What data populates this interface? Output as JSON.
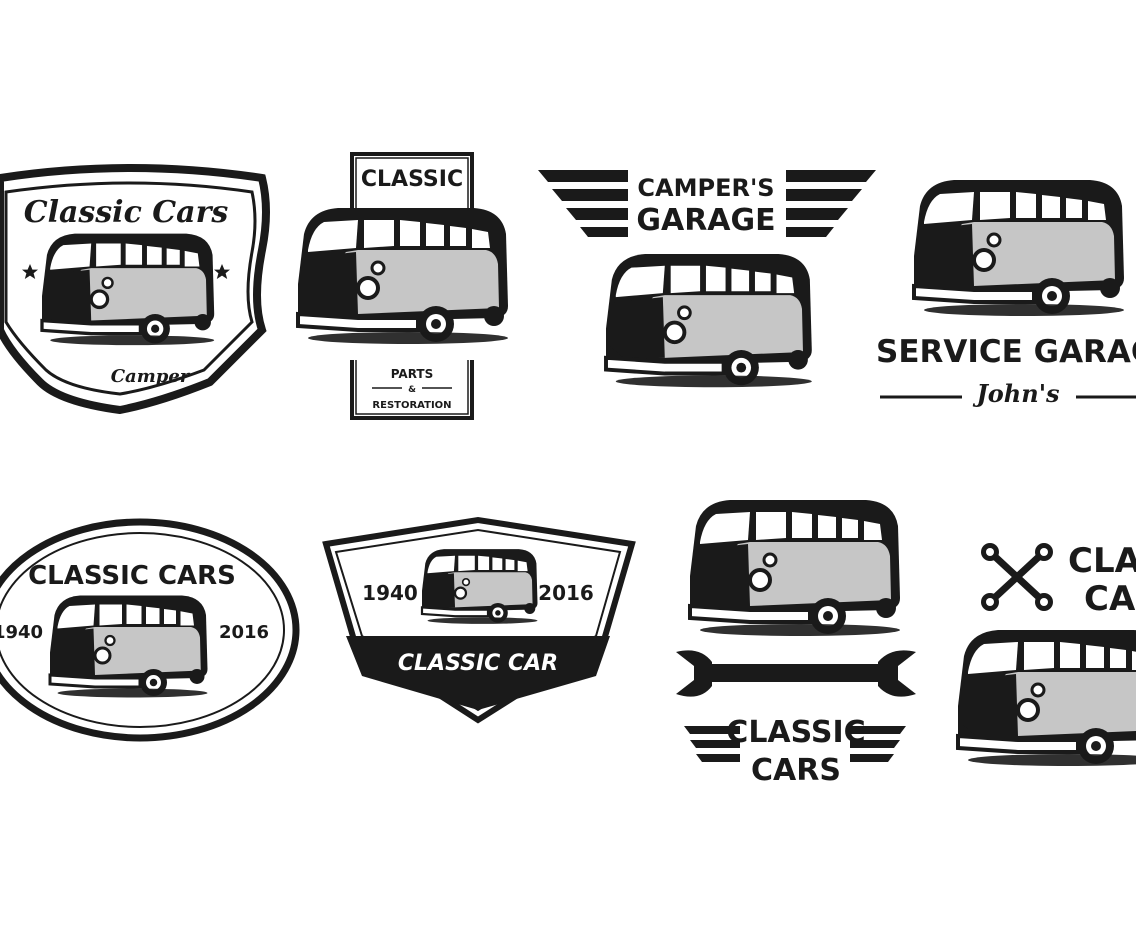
{
  "colors": {
    "ink": "#1a1a1a",
    "body_grey": "#c6c6c6",
    "background": "#ffffff"
  },
  "badges": [
    {
      "id": "shield",
      "title": "Classic Cars",
      "footer": "Camper",
      "ornament": "star-icon"
    },
    {
      "id": "tall-rect",
      "title": "CLASSIC",
      "line1": "PARTS",
      "amp": "&",
      "line2": "RESTORATION"
    },
    {
      "id": "winged",
      "line1": "CAMPER'S",
      "line2": "GARAGE"
    },
    {
      "id": "service",
      "title": "SERVICE GARAGE",
      "sub": "John's"
    },
    {
      "id": "oval",
      "title": "CLASSIC CARS",
      "year_left": "1940",
      "year_right": "2016"
    },
    {
      "id": "hex",
      "year_left": "1940",
      "year_right": "2016",
      "banner": "CLASSIC CAR"
    },
    {
      "id": "wrench",
      "line1": "CLASSIC",
      "line2": "CARS",
      "ornament": "wrench-icon"
    },
    {
      "id": "crossed",
      "line1": "CLASSIC",
      "line2": "CARS",
      "ornament": "crossed-wrenches-icon"
    }
  ]
}
